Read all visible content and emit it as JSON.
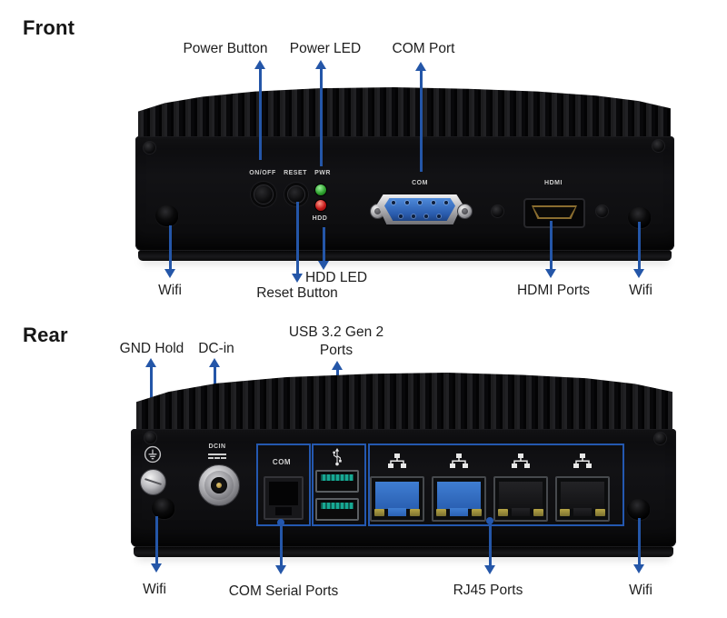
{
  "front": {
    "heading": "Front",
    "labels": {
      "power_button": "Power Button",
      "power_led": "Power LED",
      "com_port": "COM Port",
      "wifi_left": "Wifi",
      "reset_button": "Reset Button",
      "hdd_led": "HDD LED",
      "hdmi_ports": "HDMI Ports",
      "wifi_right": "Wifi"
    },
    "panel_text": {
      "on_off": "ON/OFF",
      "reset": "RESET",
      "pwr": "PWR",
      "hdd": "HDD",
      "com": "COM",
      "hdmi": "HDMI"
    }
  },
  "rear": {
    "heading": "Rear",
    "labels": {
      "gnd_hold": "GND Hold",
      "dc_in": "DC-in",
      "usb_line1": "USB 3.2 Gen 2",
      "usb_line2": "Ports",
      "wifi_left": "Wifi",
      "com_serial_ports": "COM Serial Ports",
      "rj45_ports": "RJ45 Ports",
      "wifi_right": "Wifi"
    },
    "panel_text": {
      "dcin": "DCIN",
      "com": "COM"
    }
  },
  "colors": {
    "annotation_arrow_blue": "#2456a8",
    "port_outline_blue": "#2458b0",
    "power_led_green": "#2fa12f",
    "hdd_led_red": "#c41818",
    "rj45_tongue_blue": "#2a60b2",
    "usb_tongue_teal": "#17a893",
    "chassis_black": "#0e0e10"
  },
  "icons": {
    "usb": "usb-icon",
    "ethernet": "ethernet-icon",
    "ground": "ground-icon"
  }
}
